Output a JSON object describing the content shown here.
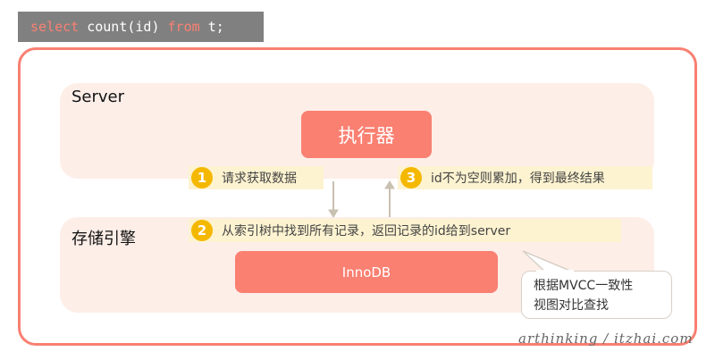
{
  "code": {
    "kw1": "select",
    "mid": "count(id)",
    "kw2": "from",
    "end": "t;"
  },
  "server": {
    "title": "Server",
    "executor": "执行器"
  },
  "storage": {
    "title": "存储引擎",
    "engine": "InnoDB"
  },
  "steps": [
    {
      "num": "1",
      "text": "请求获取数据"
    },
    {
      "num": "2",
      "text": "从索引树中找到所有记录，返回记录的id给到server"
    },
    {
      "num": "3",
      "text": "id不为空则累加，得到最终结果"
    }
  ],
  "callout": {
    "line1": "根据MVCC一致性",
    "line2": "视图对比查找"
  },
  "watermark": "arthinking / itzhai.com"
}
